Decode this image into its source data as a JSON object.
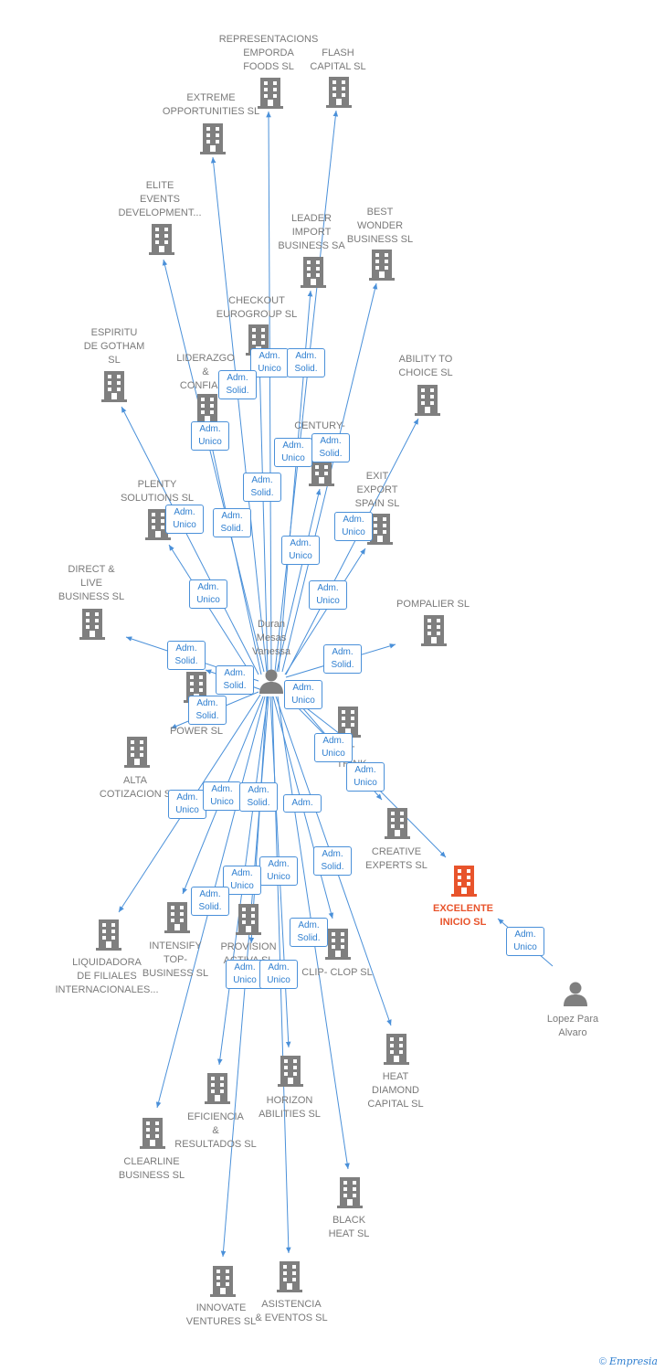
{
  "colors": {
    "edge": "#4a90d9",
    "building": "#7f7f7f",
    "building_highlight": "#e8542c",
    "person": "#7f7f7f"
  },
  "icons": {
    "company": "building-icon",
    "person": "person-icon"
  },
  "persons": [
    {
      "id": "duran",
      "label": "Duran\nMesas\nVanessa"
    },
    {
      "id": "lopez",
      "label": "Lopez Para\nAlvaro"
    }
  ],
  "companies": [
    {
      "id": "representacions",
      "label": "REPRESENTACIONS\nEMPORDA\nFOODS  SL"
    },
    {
      "id": "flash",
      "label": "FLASH\nCAPITAL SL"
    },
    {
      "id": "extreme",
      "label": "EXTREME\nOPPORTUNITIES SL"
    },
    {
      "id": "elite",
      "label": "ELITE\nEVENTS\nDEVELOPMENT..."
    },
    {
      "id": "leader",
      "label": "LEADER\nIMPORT\nBUSINESS SA"
    },
    {
      "id": "bestwonder",
      "label": "BEST\nWONDER\nBUSINESS SL"
    },
    {
      "id": "checkout",
      "label": "CHECKOUT\nEUROGROUP SL"
    },
    {
      "id": "espiritu",
      "label": "ESPIRITU\nDE GOTHAM\nSL"
    },
    {
      "id": "liderazgo",
      "label": "LIDERAZGO\n&\nCONFIANZ"
    },
    {
      "id": "ability",
      "label": "ABILITY TO\nCHOICE SL"
    },
    {
      "id": "century",
      "label": "CENTURY-"
    },
    {
      "id": "exit",
      "label": "EXIT\nEXPORT\nSPAIN SL"
    },
    {
      "id": "plenty",
      "label": "PLENTY\nSOLUTIONS SL"
    },
    {
      "id": "direct",
      "label": "DIRECT &\nLIVE\nBUSINESS SL"
    },
    {
      "id": "pompalier",
      "label": "POMPALIER SL"
    },
    {
      "id": "power",
      "label": "H\nPOWER SL"
    },
    {
      "id": "think",
      "label": "T\nTHINK"
    },
    {
      "id": "alta",
      "label": "ALTA\nCOTIZACION S"
    },
    {
      "id": "creative",
      "label": "CREATIVE\nEXPERTS  SL"
    },
    {
      "id": "excelente",
      "label": "EXCELENTE\nINICIO  SL",
      "highlight": true
    },
    {
      "id": "liquidadora",
      "label": "LIQUIDADORA\nDE FILIALES\nINTERNACIONALES..."
    },
    {
      "id": "intensify",
      "label": "INTENSIFY\nTOP-\nBUSINESS SL"
    },
    {
      "id": "provision",
      "label": "PROVISION\nACTIVA SL"
    },
    {
      "id": "clipclop",
      "label": "CLIP- CLOP SL"
    },
    {
      "id": "heat",
      "label": "HEAT\nDIAMOND\nCAPITAL SL"
    },
    {
      "id": "horizon",
      "label": "HORIZON\nABILITIES SL"
    },
    {
      "id": "eficiencia",
      "label": "EFICIENCIA\n&\nRESULTADOS SL"
    },
    {
      "id": "clearline",
      "label": "CLEARLINE\nBUSINESS SL"
    },
    {
      "id": "blackheat",
      "label": "BLACK\nHEAT SL"
    },
    {
      "id": "innovate",
      "label": "INNOVATE\nVENTURES SL"
    },
    {
      "id": "asistencia",
      "label": "ASISTENCIA\n& EVENTOS  SL"
    }
  ],
  "edges": [
    {
      "from": "duran",
      "to": "representacions",
      "role": "Adm.\nUnico"
    },
    {
      "from": "duran",
      "to": "flash",
      "role": "Adm.\nSolid."
    },
    {
      "from": "duran",
      "to": "extreme",
      "role": "Adm.\nSolid."
    },
    {
      "from": "duran",
      "to": "elite",
      "role": "Adm.\nUnico"
    },
    {
      "from": "duran",
      "to": "leader",
      "role": "Adm.\nUnico"
    },
    {
      "from": "duran",
      "to": "bestwonder",
      "role": "Adm.\nSolid."
    },
    {
      "from": "duran",
      "to": "checkout",
      "role": "Adm.\nSolid."
    },
    {
      "from": "duran",
      "to": "espiritu",
      "role": "Adm.\nUnico"
    },
    {
      "from": "duran",
      "to": "liderazgo",
      "role": "Adm.\nSolid."
    },
    {
      "from": "duran",
      "to": "ability",
      "role": "Adm.\nUnico"
    },
    {
      "from": "duran",
      "to": "century",
      "role": "Adm.\nUnico"
    },
    {
      "from": "duran",
      "to": "exit",
      "role": "Adm.\nUnico"
    },
    {
      "from": "duran",
      "to": "plenty",
      "role": "Adm.\nUnico"
    },
    {
      "from": "duran",
      "to": "direct",
      "role": "Adm.\nSolid."
    },
    {
      "from": "duran",
      "to": "pompalier",
      "role": "Adm.\nSolid."
    },
    {
      "from": "duran",
      "to": "power",
      "role": "Adm.\nSolid."
    },
    {
      "from": "duran",
      "to": "think",
      "role": "Adm.\nUnico"
    },
    {
      "from": "duran",
      "to": "alta",
      "role": "Adm.\nSolid."
    },
    {
      "from": "duran",
      "to": "creative",
      "role": "Adm.\nUnico"
    },
    {
      "from": "duran",
      "to": "excelente",
      "role": "Adm.\nUnico"
    },
    {
      "from": "duran",
      "to": "liquidadora",
      "role": "Adm.\nUnico"
    },
    {
      "from": "duran",
      "to": "intensify",
      "role": "Adm.\nUnico"
    },
    {
      "from": "duran",
      "to": "provision",
      "role": "Adm.\nSolid."
    },
    {
      "from": "duran",
      "to": "clipclop",
      "role": "Adm.\nSolid."
    },
    {
      "from": "duran",
      "to": "heat",
      "role": "Adm."
    },
    {
      "from": "duran",
      "to": "horizon",
      "role": "Adm.\nUnico"
    },
    {
      "from": "duran",
      "to": "eficiencia",
      "role": "Adm.\nUnico"
    },
    {
      "from": "duran",
      "to": "clearline",
      "role": "Adm.\nSolid."
    },
    {
      "from": "duran",
      "to": "blackheat",
      "role": "Adm.\nSolid."
    },
    {
      "from": "duran",
      "to": "innovate",
      "role": "Adm.\nUnico"
    },
    {
      "from": "duran",
      "to": "asistencia",
      "role": "Adm.\nUnico"
    },
    {
      "from": "lopez",
      "to": "excelente",
      "role": "Adm.\nUnico"
    }
  ],
  "footer": {
    "copyright_symbol": "©",
    "brand": "Empresia"
  }
}
